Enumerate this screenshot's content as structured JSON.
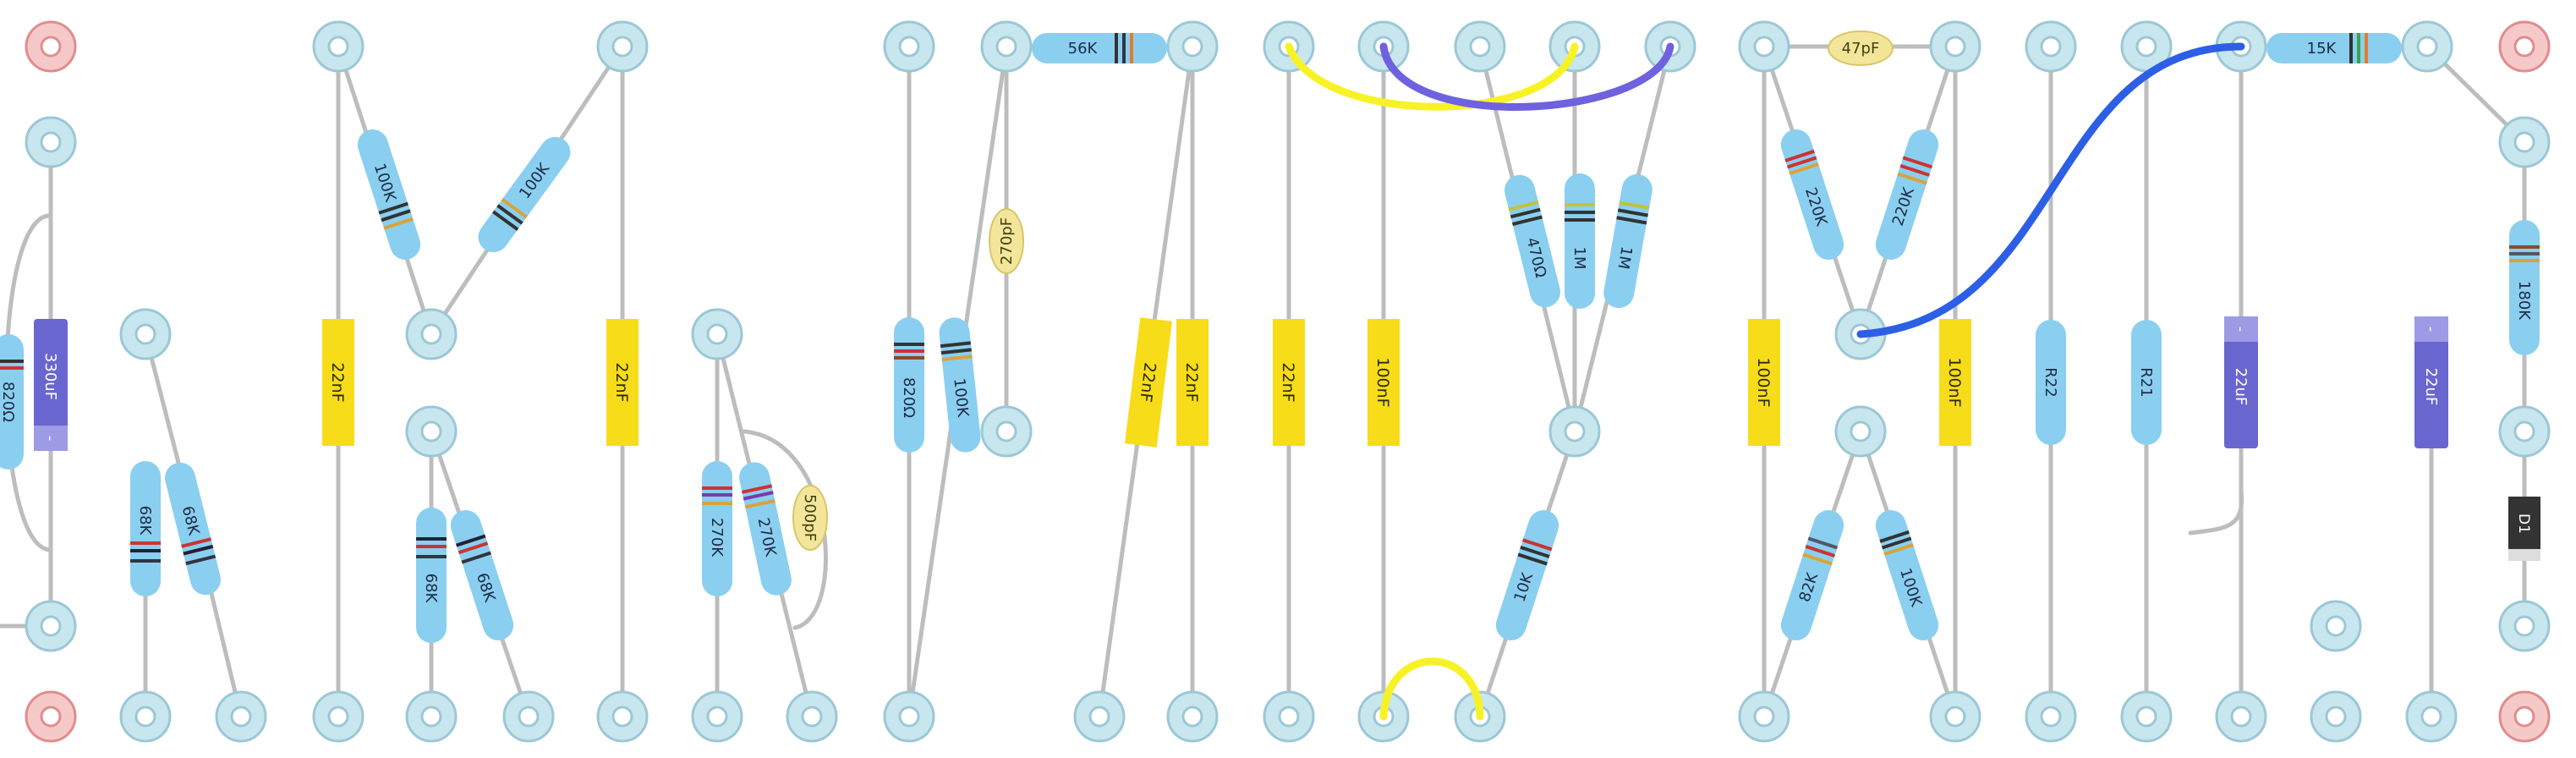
{
  "colors": {
    "pad_fill": "#c8e6ee",
    "pad_ring": "#9cc7d6",
    "mount_fill": "#f6c9c9",
    "mount_ring": "#e28c8c",
    "lead": "#bdbdbd",
    "resistor": "#8acff0",
    "film_cap": "#f7dc1a",
    "ceramic_cap": "#f3e59a",
    "electrolytic": "#6a66cf",
    "electrolytic_stripe": "#9d9ae6",
    "diode": "#333333",
    "wire_yellow": "#f7f226",
    "wire_purple": "#6e62df",
    "wire_blue": "#2d5fe6"
  },
  "resistors": [
    {
      "label": "820Ω"
    },
    {
      "label": "68K"
    },
    {
      "label": "68K"
    },
    {
      "label": "100K"
    },
    {
      "label": "100K"
    },
    {
      "label": "68K"
    },
    {
      "label": "68K"
    },
    {
      "label": "270K"
    },
    {
      "label": "270K"
    },
    {
      "label": "56K"
    },
    {
      "label": "820Ω"
    },
    {
      "label": "100K"
    },
    {
      "label": "470Ω"
    },
    {
      "label": "1M"
    },
    {
      "label": "1M"
    },
    {
      "label": "10K"
    },
    {
      "label": "220K"
    },
    {
      "label": "220K"
    },
    {
      "label": "82K"
    },
    {
      "label": "100K"
    },
    {
      "label": "R22"
    },
    {
      "label": "R21"
    },
    {
      "label": "15K"
    },
    {
      "label": "180K"
    }
  ],
  "film_caps": [
    {
      "label": "22nF"
    },
    {
      "label": "22nF"
    },
    {
      "label": "22nF"
    },
    {
      "label": "22nF"
    },
    {
      "label": "22nF"
    },
    {
      "label": "100nF"
    },
    {
      "label": "100nF"
    },
    {
      "label": "100nF"
    }
  ],
  "ceramic_caps": [
    {
      "label": "500pF"
    },
    {
      "label": "270pF"
    },
    {
      "label": "47pF"
    }
  ],
  "electrolytics": [
    {
      "label": "330uF",
      "mark": "-"
    },
    {
      "label": "22uF",
      "mark": "-"
    },
    {
      "label": "22uF",
      "mark": "-"
    }
  ],
  "diodes": [
    {
      "label": "D1"
    }
  ]
}
